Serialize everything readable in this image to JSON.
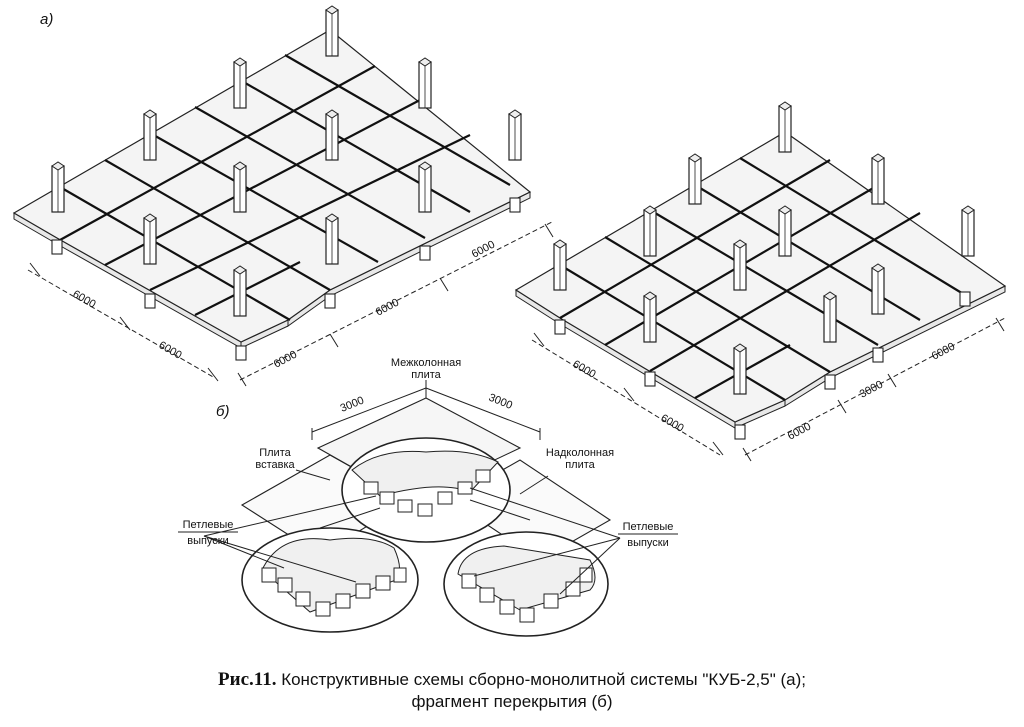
{
  "figure": {
    "label_a": "а)",
    "label_b": "б)",
    "dimensions": {
      "a_left_front": [
        "6000",
        "6000"
      ],
      "a_right_front": [
        "6000",
        "6000",
        "6000"
      ],
      "b_left_front": [
        "6000",
        "6000"
      ],
      "b_right_front": [
        "6000",
        "3000",
        "6000"
      ],
      "detail": [
        "3000",
        "3000"
      ]
    },
    "callouts": {
      "mezhkolonnaya": [
        "Межколонная",
        "плита"
      ],
      "vstavka": [
        "Плита",
        "вставка"
      ],
      "nadkolonnaya": [
        "Надколонная",
        "плита"
      ],
      "petlevye_left": [
        "Петлевые",
        "выпуски"
      ],
      "petlevye_right": [
        "Петлевые",
        "выпуски"
      ]
    }
  },
  "caption": {
    "prefix": "Рис.11.",
    "line1": "Конструктивные схемы сборно-монолитной системы \"КУБ-2,5\" (а);",
    "line2": "фрагмент перекрытия (б)"
  }
}
